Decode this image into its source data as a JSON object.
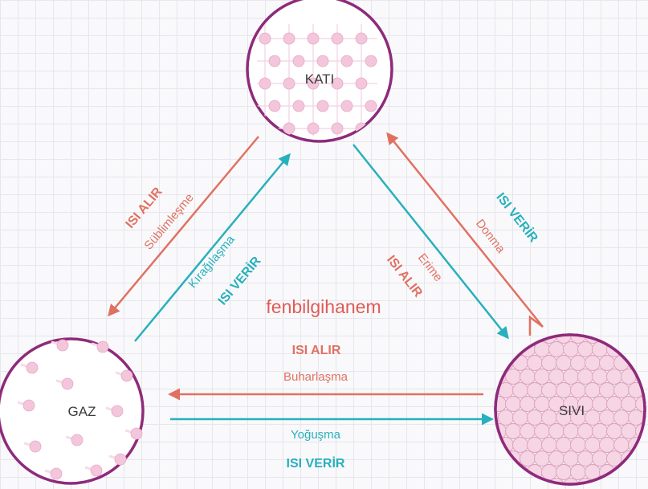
{
  "colors": {
    "absorb": "#e07162",
    "release": "#27b0bd",
    "circle_stroke": "#8e2a7b",
    "watermark": "#e05a56"
  },
  "states": {
    "solid": "KATI",
    "gas": "GAZ",
    "liquid": "SIVI"
  },
  "processes": {
    "sublimation": "Süblimleşme",
    "deposition": "Kırağılaşma",
    "melting": "Erime",
    "freezing": "Donma",
    "evaporation": "Buharlaşma",
    "condensation": "Yoğuşma"
  },
  "heat": {
    "absorb": "ISI ALIR",
    "release": "ISI VERİR"
  },
  "watermark": "fenbilgihanem"
}
